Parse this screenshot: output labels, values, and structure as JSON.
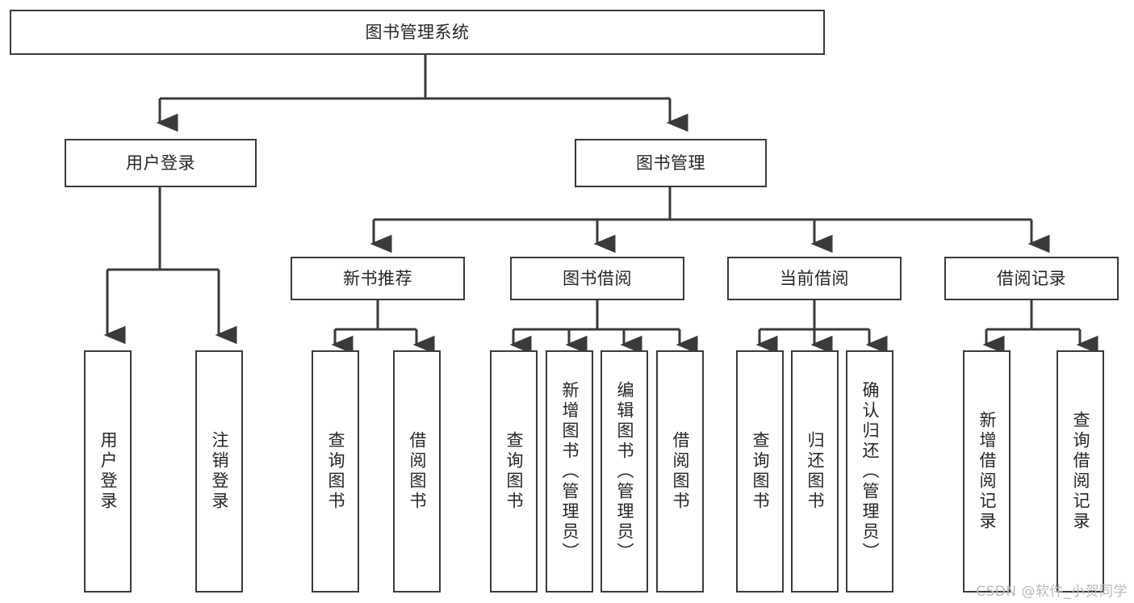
{
  "diagram": {
    "title": "图书管理系统",
    "type": "tree-hierarchy-chart",
    "watermark": "CSDN @软件_小贺同学",
    "line_color": "#3a3a3a",
    "box_fill": "#ffffff",
    "text_color": "#262626",
    "watermark_color": "#b9b9b9"
  },
  "nodes": {
    "root": {
      "label": "图书管理系统"
    },
    "level2": [
      {
        "id": "user-login",
        "label": "用户登录"
      },
      {
        "id": "book-manage",
        "label": "图书管理"
      }
    ],
    "level3": [
      {
        "id": "new-book-recommend",
        "label": "新书推荐"
      },
      {
        "id": "book-borrow",
        "label": "图书借阅"
      },
      {
        "id": "current-borrow",
        "label": "当前借阅"
      },
      {
        "id": "borrow-record",
        "label": "借阅记录"
      }
    ],
    "leaves": {
      "user_login": [
        {
          "id": "leaf-user-login",
          "label": "用户登录"
        },
        {
          "id": "leaf-logout-login",
          "label": "注销登录"
        }
      ],
      "new_book_recommend": [
        {
          "id": "leaf-query-book-1",
          "label": "查询图书"
        },
        {
          "id": "leaf-borrow-book-1",
          "label": "借阅图书"
        }
      ],
      "book_borrow": [
        {
          "id": "leaf-query-book-2",
          "label": "查询图书"
        },
        {
          "id": "leaf-add-book",
          "label": "新增图书（管理员）"
        },
        {
          "id": "leaf-edit-book",
          "label": "编辑图书（管理员）"
        },
        {
          "id": "leaf-borrow-book-2",
          "label": "借阅图书"
        }
      ],
      "current_borrow": [
        {
          "id": "leaf-query-book-3",
          "label": "查询图书"
        },
        {
          "id": "leaf-return-book",
          "label": "归还图书"
        },
        {
          "id": "leaf-confirm-return",
          "label": "确认归还（管理员）"
        }
      ],
      "borrow_record": [
        {
          "id": "leaf-add-record",
          "label": "新增借阅记录"
        },
        {
          "id": "leaf-query-record",
          "label": "查询借阅记录"
        }
      ]
    }
  }
}
